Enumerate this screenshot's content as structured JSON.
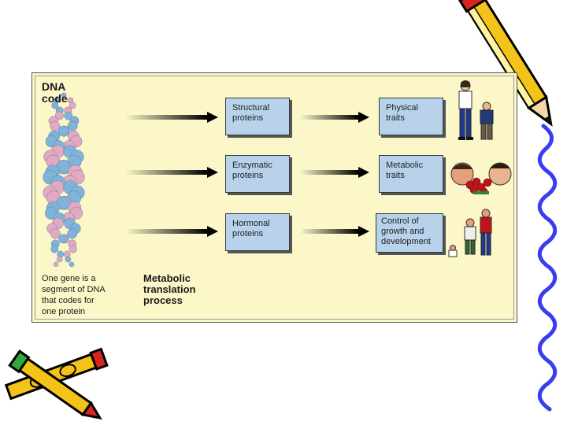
{
  "diagram": {
    "dna_label": "DNA\ncode",
    "gene_caption": "One gene is a\nsegment of DNA\nthat codes for\none protein",
    "process_label": "Metabolic\ntranslation\nprocess",
    "proteins": [
      {
        "label": "Structural\nproteins"
      },
      {
        "label": "Enzymatic\nproteins"
      },
      {
        "label": "Hormonal\nproteins"
      }
    ],
    "traits": [
      {
        "label": "Physical\ntraits"
      },
      {
        "label": "Metabolic\ntraits"
      },
      {
        "label": "Control of\ngrowth and\ndevelopment"
      }
    ]
  },
  "colors": {
    "panel_bg": "#fbf7c9",
    "box_fill": "#b7d2ea",
    "bead_blue": "#7fb3da",
    "bead_pink": "#e3a9c3",
    "pencil_yellow": "#f3c319",
    "pencil_red": "#d9261c",
    "squiggle_blue": "#3a3cf0"
  }
}
